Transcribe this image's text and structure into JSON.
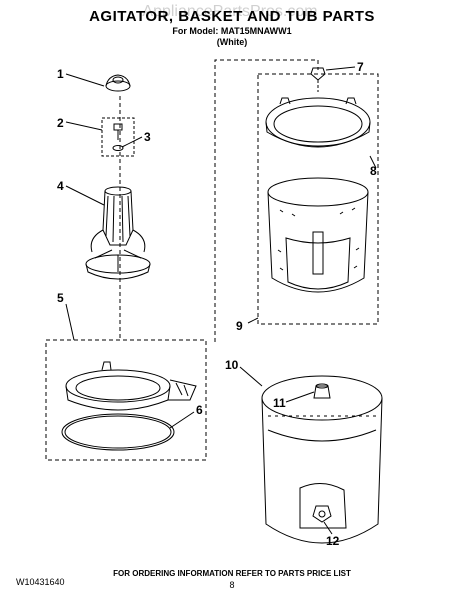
{
  "header": {
    "watermark": "AppliancePartsPros.com",
    "title": "AGITATOR, BASKET AND TUB PARTS",
    "model_line": "For Model: MAT15MNAWW1",
    "color_line": "(White)"
  },
  "callouts": [
    "1",
    "2",
    "3",
    "4",
    "5",
    "6",
    "7",
    "8",
    "9",
    "10",
    "11",
    "12"
  ],
  "footer": {
    "document_number": "W10431640",
    "ordering_info": "FOR ORDERING INFORMATION REFER TO PARTS PRICE LIST",
    "page_number": "8"
  }
}
